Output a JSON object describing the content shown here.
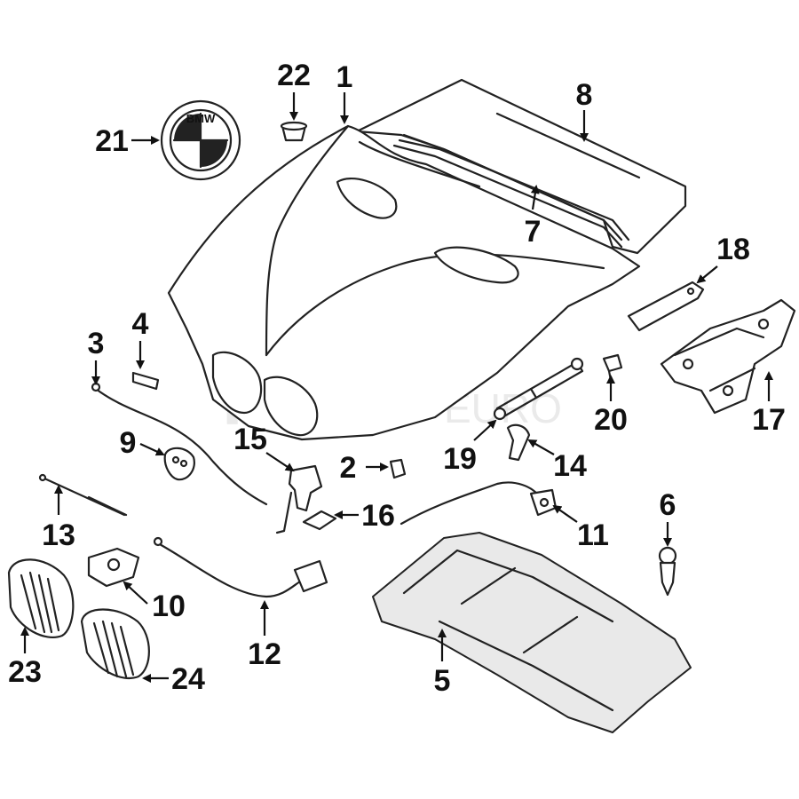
{
  "callouts": [
    "1",
    "2",
    "3",
    "4",
    "5",
    "6",
    "7",
    "8",
    "9",
    "10",
    "11",
    "12",
    "13",
    "14",
    "15",
    "16",
    "17",
    "18",
    "19",
    "20",
    "21",
    "22",
    "23",
    "24"
  ],
  "emblem_text": "BMW",
  "watermark": {
    "brand": "FCP",
    "suffix": "EURO"
  },
  "colors": {
    "ink": "#111111",
    "paper": "#ffffff",
    "watermark": "#d9d9d9"
  }
}
